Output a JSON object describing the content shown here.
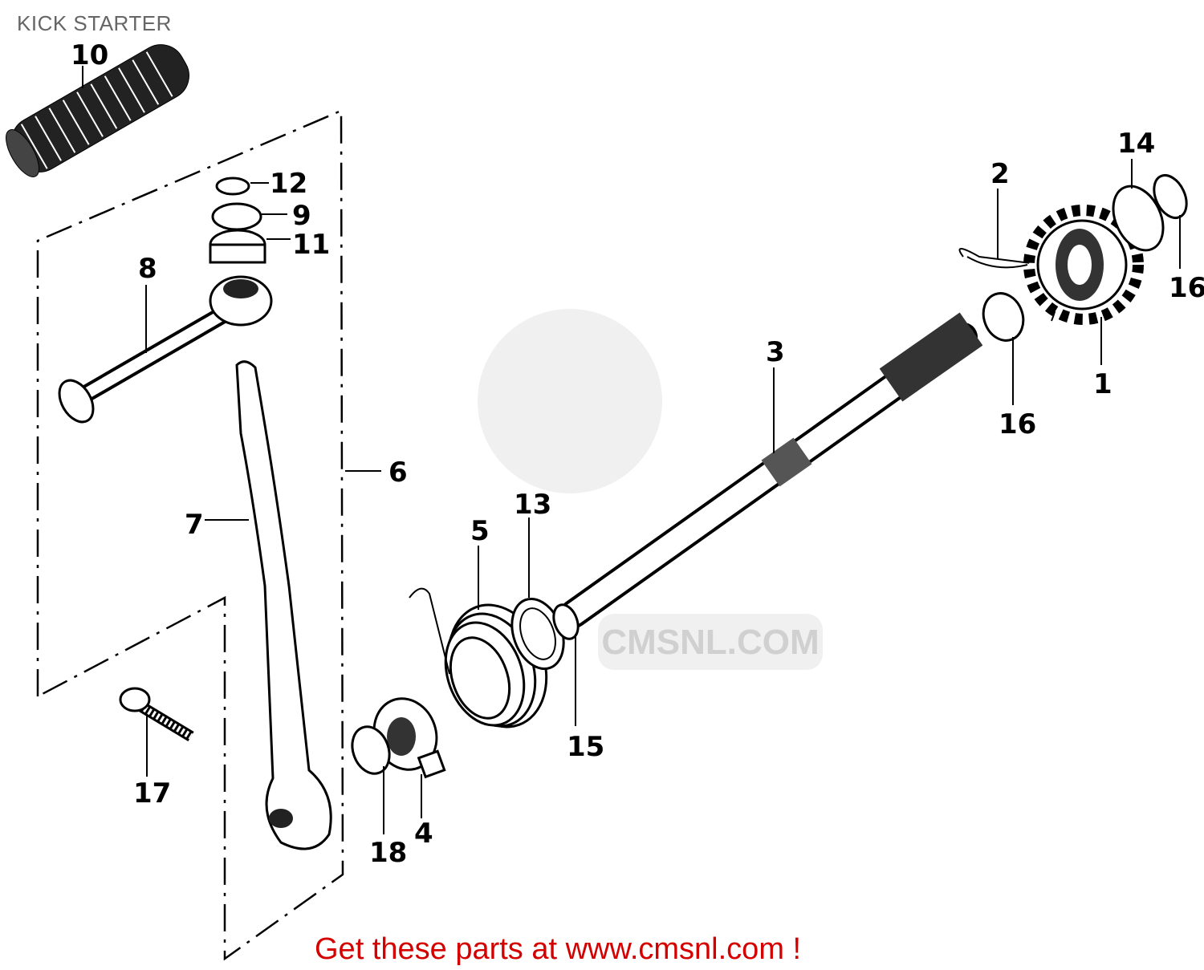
{
  "title": "KICK STARTER",
  "footer": "Get these parts at www.cmsnl.com !",
  "watermark": "CMSNL.COM",
  "callouts": {
    "p1": "1",
    "p2": "2",
    "p3": "3",
    "p4": "4",
    "p5": "5",
    "p6": "6",
    "p7": "7",
    "p8": "8",
    "p9": "9",
    "p10": "10",
    "p11": "11",
    "p12": "12",
    "p13": "13",
    "p14": "14",
    "p15": "15",
    "p16a": "16",
    "p16b": "16",
    "p17": "17",
    "p18": "18"
  },
  "colors": {
    "footer": "#d40000",
    "title": "#666666"
  }
}
